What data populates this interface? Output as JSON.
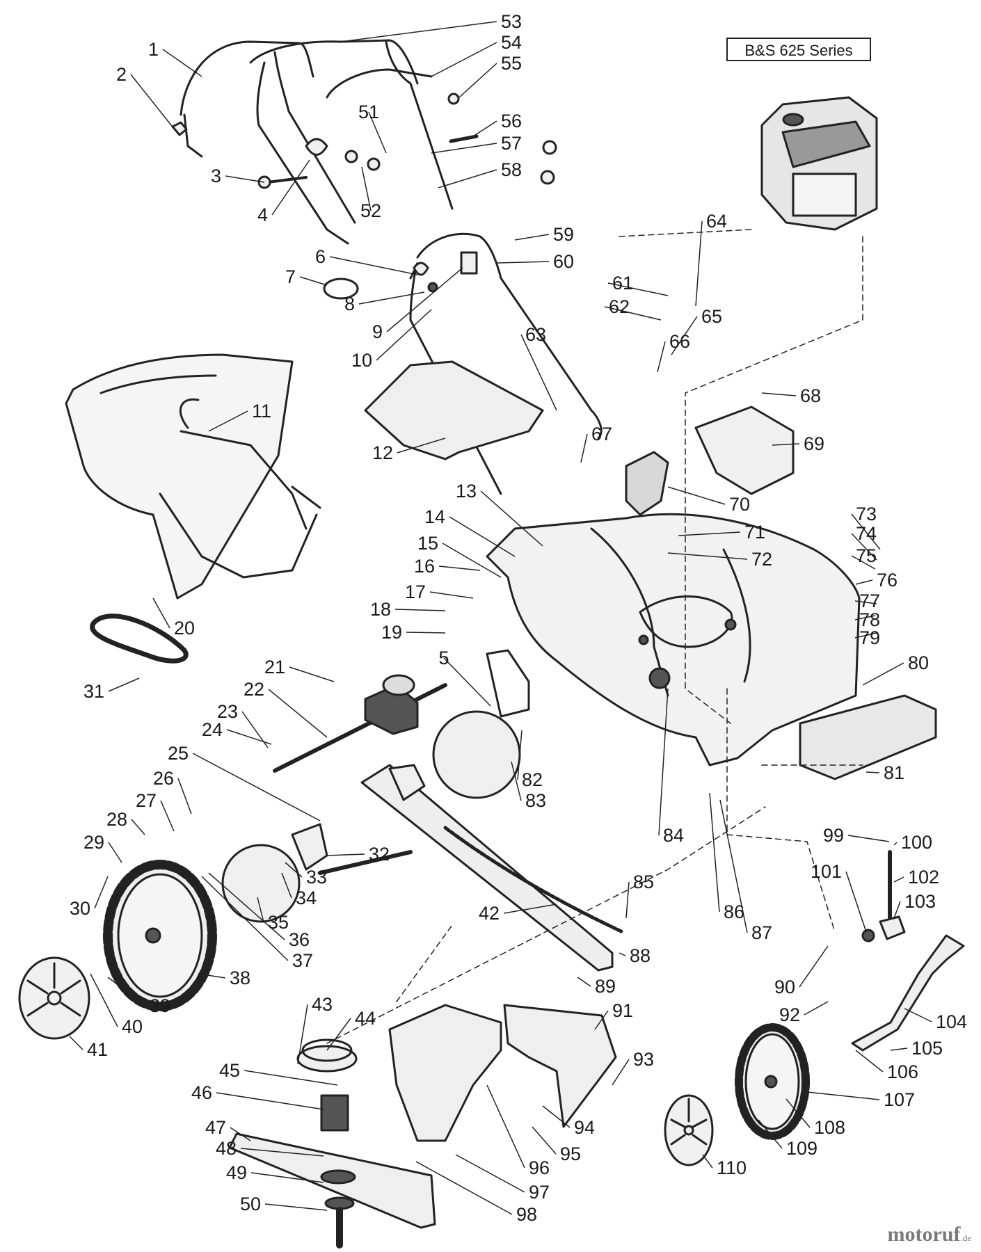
{
  "engine_label": "B&S 625 Series",
  "watermark": {
    "brand": "motoruf",
    "tld": ".de"
  },
  "colors": {
    "line": "#222222",
    "part_fill": "#efefef",
    "part_dark": "#555555",
    "text": "#1a1a1a"
  },
  "part_numbers": [
    "1",
    "2",
    "3",
    "4",
    "5",
    "6",
    "7",
    "8",
    "9",
    "10",
    "11",
    "12",
    "13",
    "14",
    "15",
    "16",
    "17",
    "18",
    "19",
    "20",
    "21",
    "22",
    "23",
    "24",
    "25",
    "26",
    "27",
    "28",
    "29",
    "30",
    "31",
    "32",
    "33",
    "34",
    "35",
    "36",
    "37",
    "38",
    "39",
    "40",
    "41",
    "42",
    "43",
    "44",
    "45",
    "46",
    "47",
    "48",
    "49",
    "50",
    "51",
    "52",
    "53",
    "54",
    "55",
    "56",
    "57",
    "58",
    "59",
    "60",
    "61",
    "62",
    "63",
    "64",
    "65",
    "66",
    "67",
    "68",
    "69",
    "70",
    "71",
    "72",
    "73",
    "74",
    "75",
    "76",
    "77",
    "78",
    "79",
    "80",
    "81",
    "82",
    "83",
    "84",
    "85",
    "86",
    "87",
    "88",
    "89",
    "90",
    "91",
    "92",
    "93",
    "94",
    "95",
    "96",
    "97",
    "98",
    "99",
    "100",
    "101",
    "102",
    "103",
    "104",
    "105",
    "106",
    "107",
    "108",
    "109",
    "110"
  ]
}
